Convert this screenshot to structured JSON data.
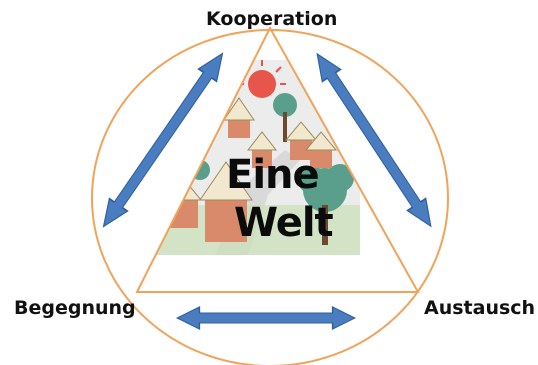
{
  "labels": {
    "top": "Kooperation",
    "left": "Begegnung",
    "right": "Austausch"
  },
  "center": {
    "line1": "Eine",
    "line2": "Welt"
  },
  "colors": {
    "circle": "#f0a35a",
    "triangle": "#f0a35a",
    "arrow": "#4a7cc0",
    "arrow_stroke": "#2f5f9e"
  }
}
